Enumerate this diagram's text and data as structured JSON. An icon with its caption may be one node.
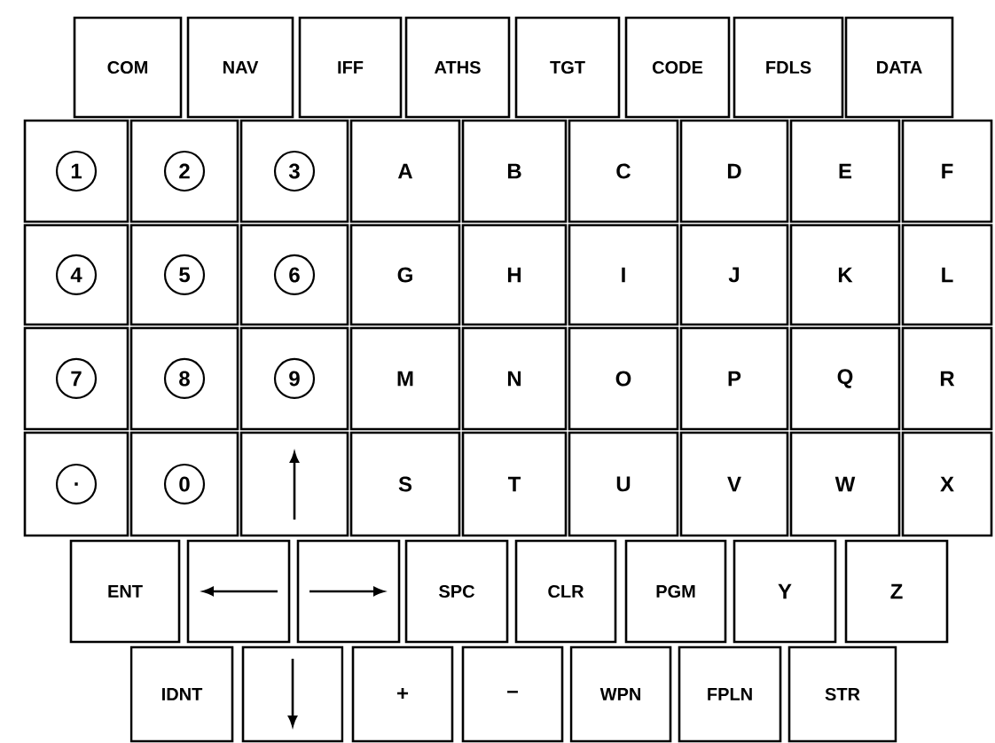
{
  "diagram": {
    "nodes": [
      {
        "text": [
          "COM"
        ]
      },
      {
        "text": [
          "NAV"
        ]
      },
      {
        "text": [
          "IFF"
        ]
      },
      {
        "text": [
          "ATHS"
        ]
      },
      {
        "text": [
          "TGT"
        ]
      },
      {
        "text": [
          "CODE"
        ]
      },
      {
        "text": [
          "FDLS"
        ]
      },
      {
        "text": [
          "DATA"
        ]
      },
      {
        "text": [
          "1"
        ]
      },
      {
        "text": [
          "2"
        ]
      },
      {
        "text": [
          "3"
        ]
      },
      {
        "text": [
          "A"
        ]
      },
      {
        "text": [
          "B"
        ]
      },
      {
        "text": [
          "C"
        ]
      },
      {
        "text": [
          "D"
        ]
      },
      {
        "text": [
          "E"
        ]
      },
      {
        "text": [
          "F"
        ]
      },
      {
        "text": [
          "4"
        ]
      },
      {
        "text": [
          "5"
        ]
      },
      {
        "text": [
          "6"
        ]
      },
      {
        "text": [
          "G"
        ]
      },
      {
        "text": [
          "H"
        ]
      },
      {
        "text": [
          "I"
        ]
      },
      {
        "text": [
          "J"
        ]
      },
      {
        "text": [
          "K"
        ]
      },
      {
        "text": [
          "L"
        ]
      },
      {
        "text": [
          "7"
        ]
      },
      {
        "text": [
          "8"
        ]
      },
      {
        "text": [
          "9"
        ]
      },
      {
        "text": [
          "M"
        ]
      },
      {
        "text": [
          "N"
        ]
      },
      {
        "text": [
          "O"
        ]
      },
      {
        "text": [
          "P"
        ]
      },
      {
        "text": [
          "Q"
        ]
      },
      {
        "text": [
          "R"
        ]
      },
      {
        "text": [
          "."
        ]
      },
      {
        "text": [
          "0"
        ]
      },
      {
        "text": [],
        "shape": "box"
      },
      {
        "text": [
          "S"
        ]
      },
      {
        "text": [
          "T"
        ]
      },
      {
        "text": [
          "U"
        ]
      },
      {
        "text": [
          "V"
        ]
      },
      {
        "text": [
          "W"
        ]
      },
      {
        "text": [
          "X"
        ]
      },
      {
        "text": [
          "ENT"
        ]
      },
      {
        "text": [],
        "shape": "box"
      },
      {
        "text": [],
        "shape": "box"
      },
      {
        "text": [
          "SPC"
        ]
      },
      {
        "text": [
          "CLR"
        ]
      },
      {
        "text": [
          "PGM"
        ]
      },
      {
        "text": [
          "Y"
        ]
      },
      {
        "text": [
          "Z"
        ]
      },
      {
        "text": [
          "IDNT"
        ]
      },
      {
        "text": [],
        "shape": "box"
      },
      {
        "text": [
          "+"
        ]
      },
      {
        "text": [
          "–"
        ]
      },
      {
        "text": [
          "WPN"
        ]
      },
      {
        "text": [
          "FPLN"
        ]
      },
      {
        "text": [
          "STR"
        ]
      }
    ]
  }
}
